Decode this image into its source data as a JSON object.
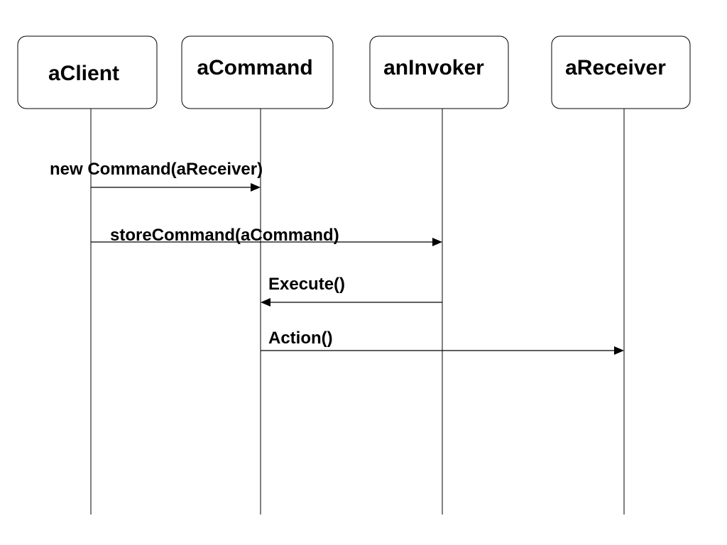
{
  "participants": [
    {
      "id": "client",
      "label": "aClient"
    },
    {
      "id": "command",
      "label": "aCommand"
    },
    {
      "id": "invoker",
      "label": "anInvoker"
    },
    {
      "id": "receiver",
      "label": "aReceiver"
    }
  ],
  "messages": [
    {
      "from": "client",
      "to": "command",
      "label": "new Command(aReceiver)"
    },
    {
      "from": "client",
      "to": "invoker",
      "label": "storeCommand(aCommand)"
    },
    {
      "from": "invoker",
      "to": "command",
      "label": "Execute()"
    },
    {
      "from": "command",
      "to": "receiver",
      "label": "Action()"
    }
  ]
}
